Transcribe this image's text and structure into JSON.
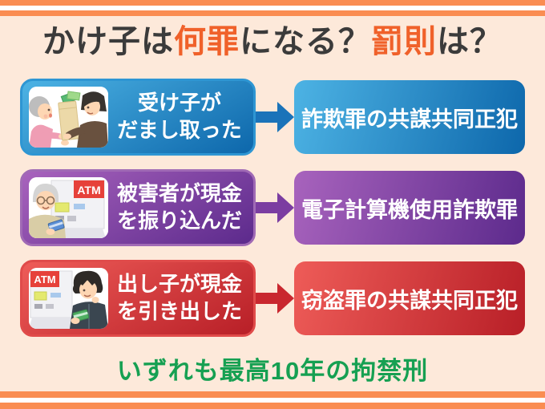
{
  "title": {
    "part1": "かけ子は",
    "accent1": "何罪",
    "part2": "になる？",
    "accent2": "罰則",
    "part3": "は？"
  },
  "rows": [
    {
      "cause_line1": "受け子が",
      "cause_line2": "だまし取った",
      "result": "詐欺罪の共謀共同正犯",
      "illustration": "recipient-taking-cash-envelope"
    },
    {
      "cause_line1": "被害者が現金",
      "cause_line2": "を振り込んだ",
      "result": "電子計算機使用詐欺罪",
      "illustration": "victim-at-atm"
    },
    {
      "cause_line1": "出し子が現金",
      "cause_line2": "を引き出した",
      "result": "窃盗罪の共謀共同正犯",
      "illustration": "withdrawer-at-atm"
    }
  ],
  "footer": {
    "text": "いずれも最高10年の拘禁刑"
  },
  "atm_label": "ATM",
  "colors": {
    "bg": "#fde9da",
    "stripe": "#fa8d52",
    "ink": "#3b3b3b",
    "accent": "#f0612a",
    "green": "#16a052",
    "blue_light": "#4db3e4",
    "blue_dark": "#0d67ab",
    "blue_border": "#2e96d3",
    "blue_arrow": "#1a73b9",
    "purple_light": "#a863bd",
    "purple_dark": "#5c2a8c",
    "purple_border": "#a06ab5",
    "purple_arrow": "#7b3da1",
    "red_light": "#ee5c58",
    "red_dark": "#b81f27",
    "red_border": "#e04b4a",
    "red_arrow": "#c9272f"
  }
}
